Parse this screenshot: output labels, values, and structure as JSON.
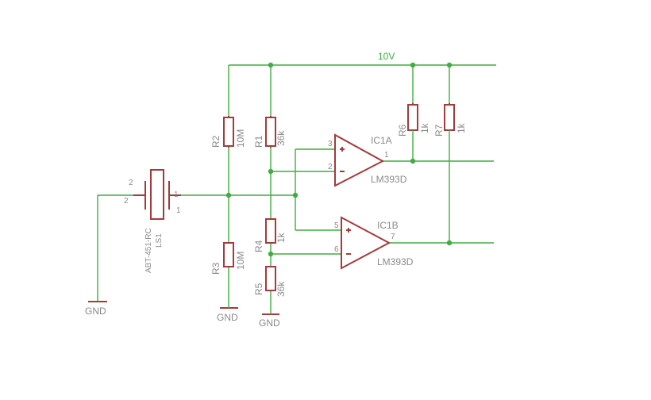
{
  "supply": {
    "label": "10V"
  },
  "ground": {
    "label": "GND"
  },
  "speaker": {
    "name": "LS1",
    "value": "ABT-451-RC",
    "pin1": "1",
    "pin2": "2"
  },
  "resistors": [
    {
      "name": "R1",
      "value": "36k"
    },
    {
      "name": "R2",
      "value": "10M"
    },
    {
      "name": "R3",
      "value": "10M"
    },
    {
      "name": "R4",
      "value": "1k"
    },
    {
      "name": "R5",
      "value": "36k"
    },
    {
      "name": "R6",
      "value": "1k"
    },
    {
      "name": "R7",
      "value": "1k"
    }
  ],
  "comparators": [
    {
      "name": "IC1A",
      "value": "LM393D",
      "pin_plus": "3",
      "pin_minus": "2",
      "pin_out": "1"
    },
    {
      "name": "IC1B",
      "value": "LM393D",
      "pin_plus": "5",
      "pin_minus": "6",
      "pin_out": "7"
    }
  ],
  "colors": {
    "wire": "#3fae3f",
    "part": "#a23b3b",
    "text": "#8a8a8a"
  }
}
